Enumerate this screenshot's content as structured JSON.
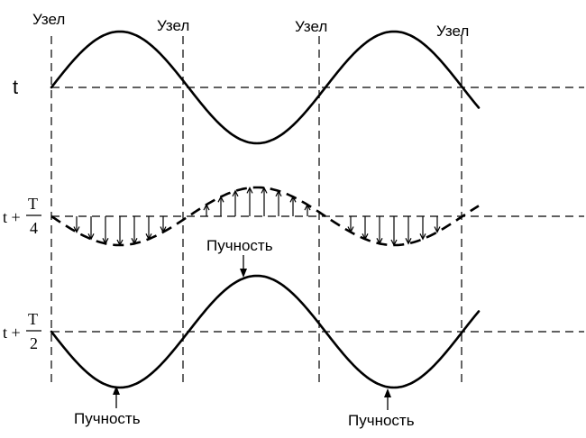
{
  "labels": {
    "node": "Узел",
    "antinode": "Пучность",
    "time_label": "t",
    "time_plus": "t +",
    "period_symbol": "T",
    "quarter_denominator": "4",
    "half_denominator": "2"
  }
}
